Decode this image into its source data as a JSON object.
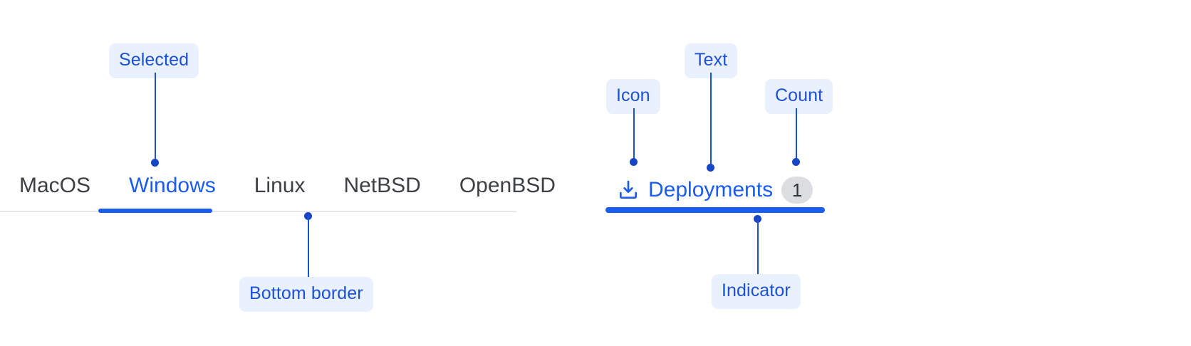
{
  "left_group": {
    "tabs": [
      {
        "label": "MacOS",
        "selected": false
      },
      {
        "label": "Windows",
        "selected": true
      },
      {
        "label": "Linux",
        "selected": false
      },
      {
        "label": "NetBSD",
        "selected": false
      },
      {
        "label": "OpenBSD",
        "selected": false
      }
    ],
    "annotations": {
      "selected": "Selected",
      "bottom_border": "Bottom border"
    }
  },
  "right_group": {
    "tab": {
      "icon": "download-icon",
      "label": "Deployments",
      "count": "1",
      "selected": true
    },
    "annotations": {
      "icon": "Icon",
      "text": "Text",
      "count": "Count",
      "indicator": "Indicator"
    }
  },
  "colors": {
    "accent_blue": "#1a5cf0",
    "annotation_blue": "#1c51d3",
    "annotation_bg": "#eaf1fe",
    "tab_text": "#3d4045",
    "border_grey": "#e7e7e9",
    "badge_bg": "#dcdde0",
    "badge_text": "#2f3338",
    "background": "#ffffff"
  }
}
